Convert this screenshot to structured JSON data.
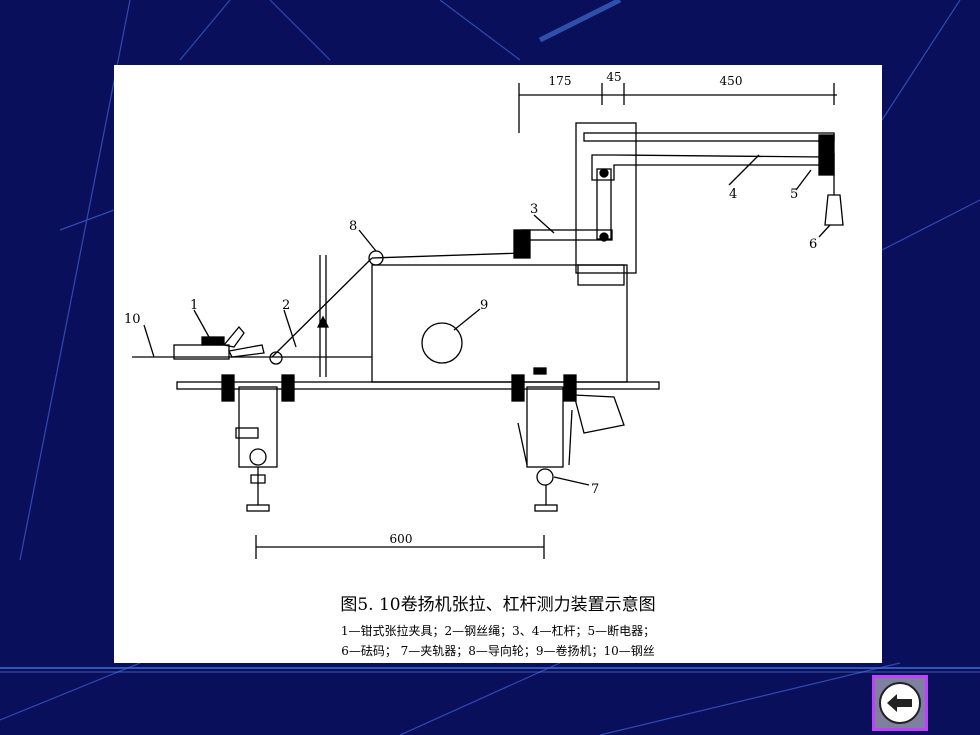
{
  "diagram": {
    "dimensions": {
      "d175": "175",
      "d45": "45",
      "d450": "450",
      "d600": "600"
    },
    "callouts": {
      "n1": "1",
      "n2": "2",
      "n3": "3",
      "n4": "4",
      "n5": "5",
      "n6": "6",
      "n7": "7",
      "n8": "8",
      "n9": "9",
      "n10": "10"
    },
    "caption": "图5. 10卷扬机张拉、杠杆测力装置示意图",
    "legend_line1": "1—钳式张拉夹具；2—钢丝绳；3、4—杠杆；5—断电器；",
    "legend_line2": "6—砝码；  7—夹轨器；8—导向轮；9—卷扬机；10—钢丝"
  },
  "navigation": {
    "back_icon": "left-arrow-icon"
  },
  "colors": {
    "background": "#0a0f5c",
    "panel": "#ffffff",
    "button_border": "#c040ff"
  }
}
